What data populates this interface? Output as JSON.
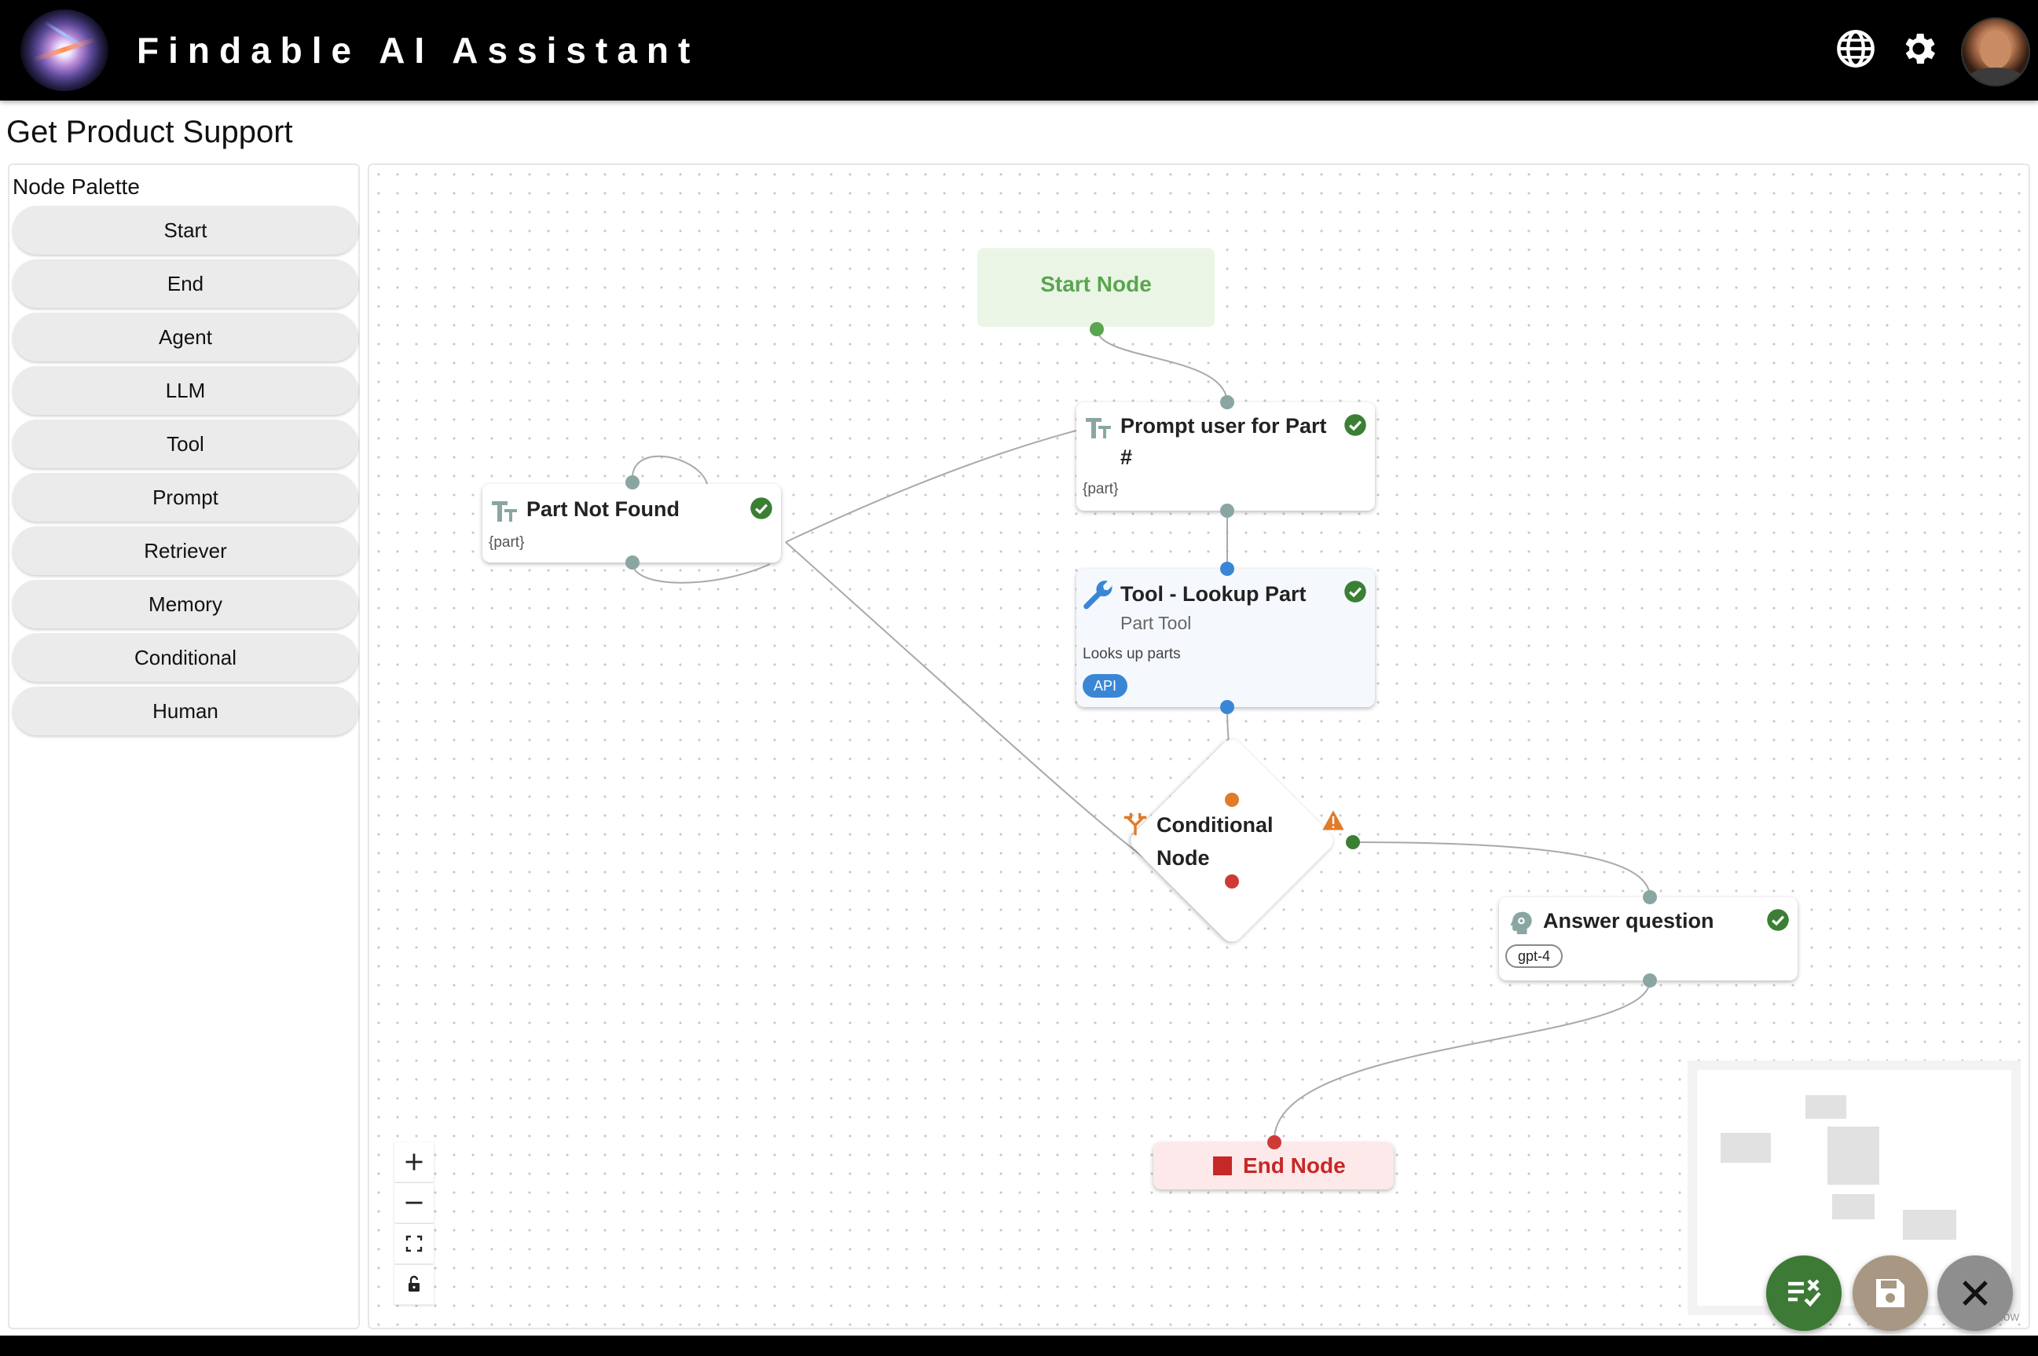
{
  "header": {
    "app_title": "Findable AI Assistant",
    "icons": [
      "globe-icon",
      "gear-icon",
      "avatar"
    ]
  },
  "page": {
    "title": "Get Product Support"
  },
  "palette": {
    "title": "Node Palette",
    "items": [
      "Start",
      "End",
      "Agent",
      "LLM",
      "Tool",
      "Prompt",
      "Retriever",
      "Memory",
      "Conditional",
      "Human"
    ]
  },
  "nodes": {
    "start": {
      "label": "Start Node"
    },
    "prompt_part": {
      "title": "Prompt user for Part #",
      "title_line1": "Prompt user for Part",
      "title_line2": "#",
      "var": "{part}"
    },
    "part_not_found": {
      "title": "Part Not Found",
      "var": "{part}"
    },
    "tool_lookup": {
      "title": "Tool - Lookup Part",
      "subtitle": "Part Tool",
      "description": "Looks up parts",
      "badge": "API"
    },
    "conditional": {
      "title_line1": "Conditional",
      "title_line2": "Node",
      "status": "warning-icon"
    },
    "answer": {
      "title": "Answer question",
      "model": "gpt-4"
    },
    "end": {
      "label": "End Node"
    }
  },
  "controls": {
    "zoom": [
      "zoom-in",
      "zoom-out",
      "fit-view",
      "lock"
    ]
  },
  "minimap": {
    "attribution": "React Flow"
  },
  "fabs": [
    "validate",
    "save",
    "close"
  ],
  "colors": {
    "header_bg": "#000000",
    "start": "#5aa54f",
    "end": "#c62828",
    "tool": "#3a86d6",
    "check": "#3a7f34",
    "warning": "#e07b2a",
    "fab_validate": "#3d7a35",
    "fab_save": "#a89782",
    "fab_close": "#8e8e8e"
  }
}
